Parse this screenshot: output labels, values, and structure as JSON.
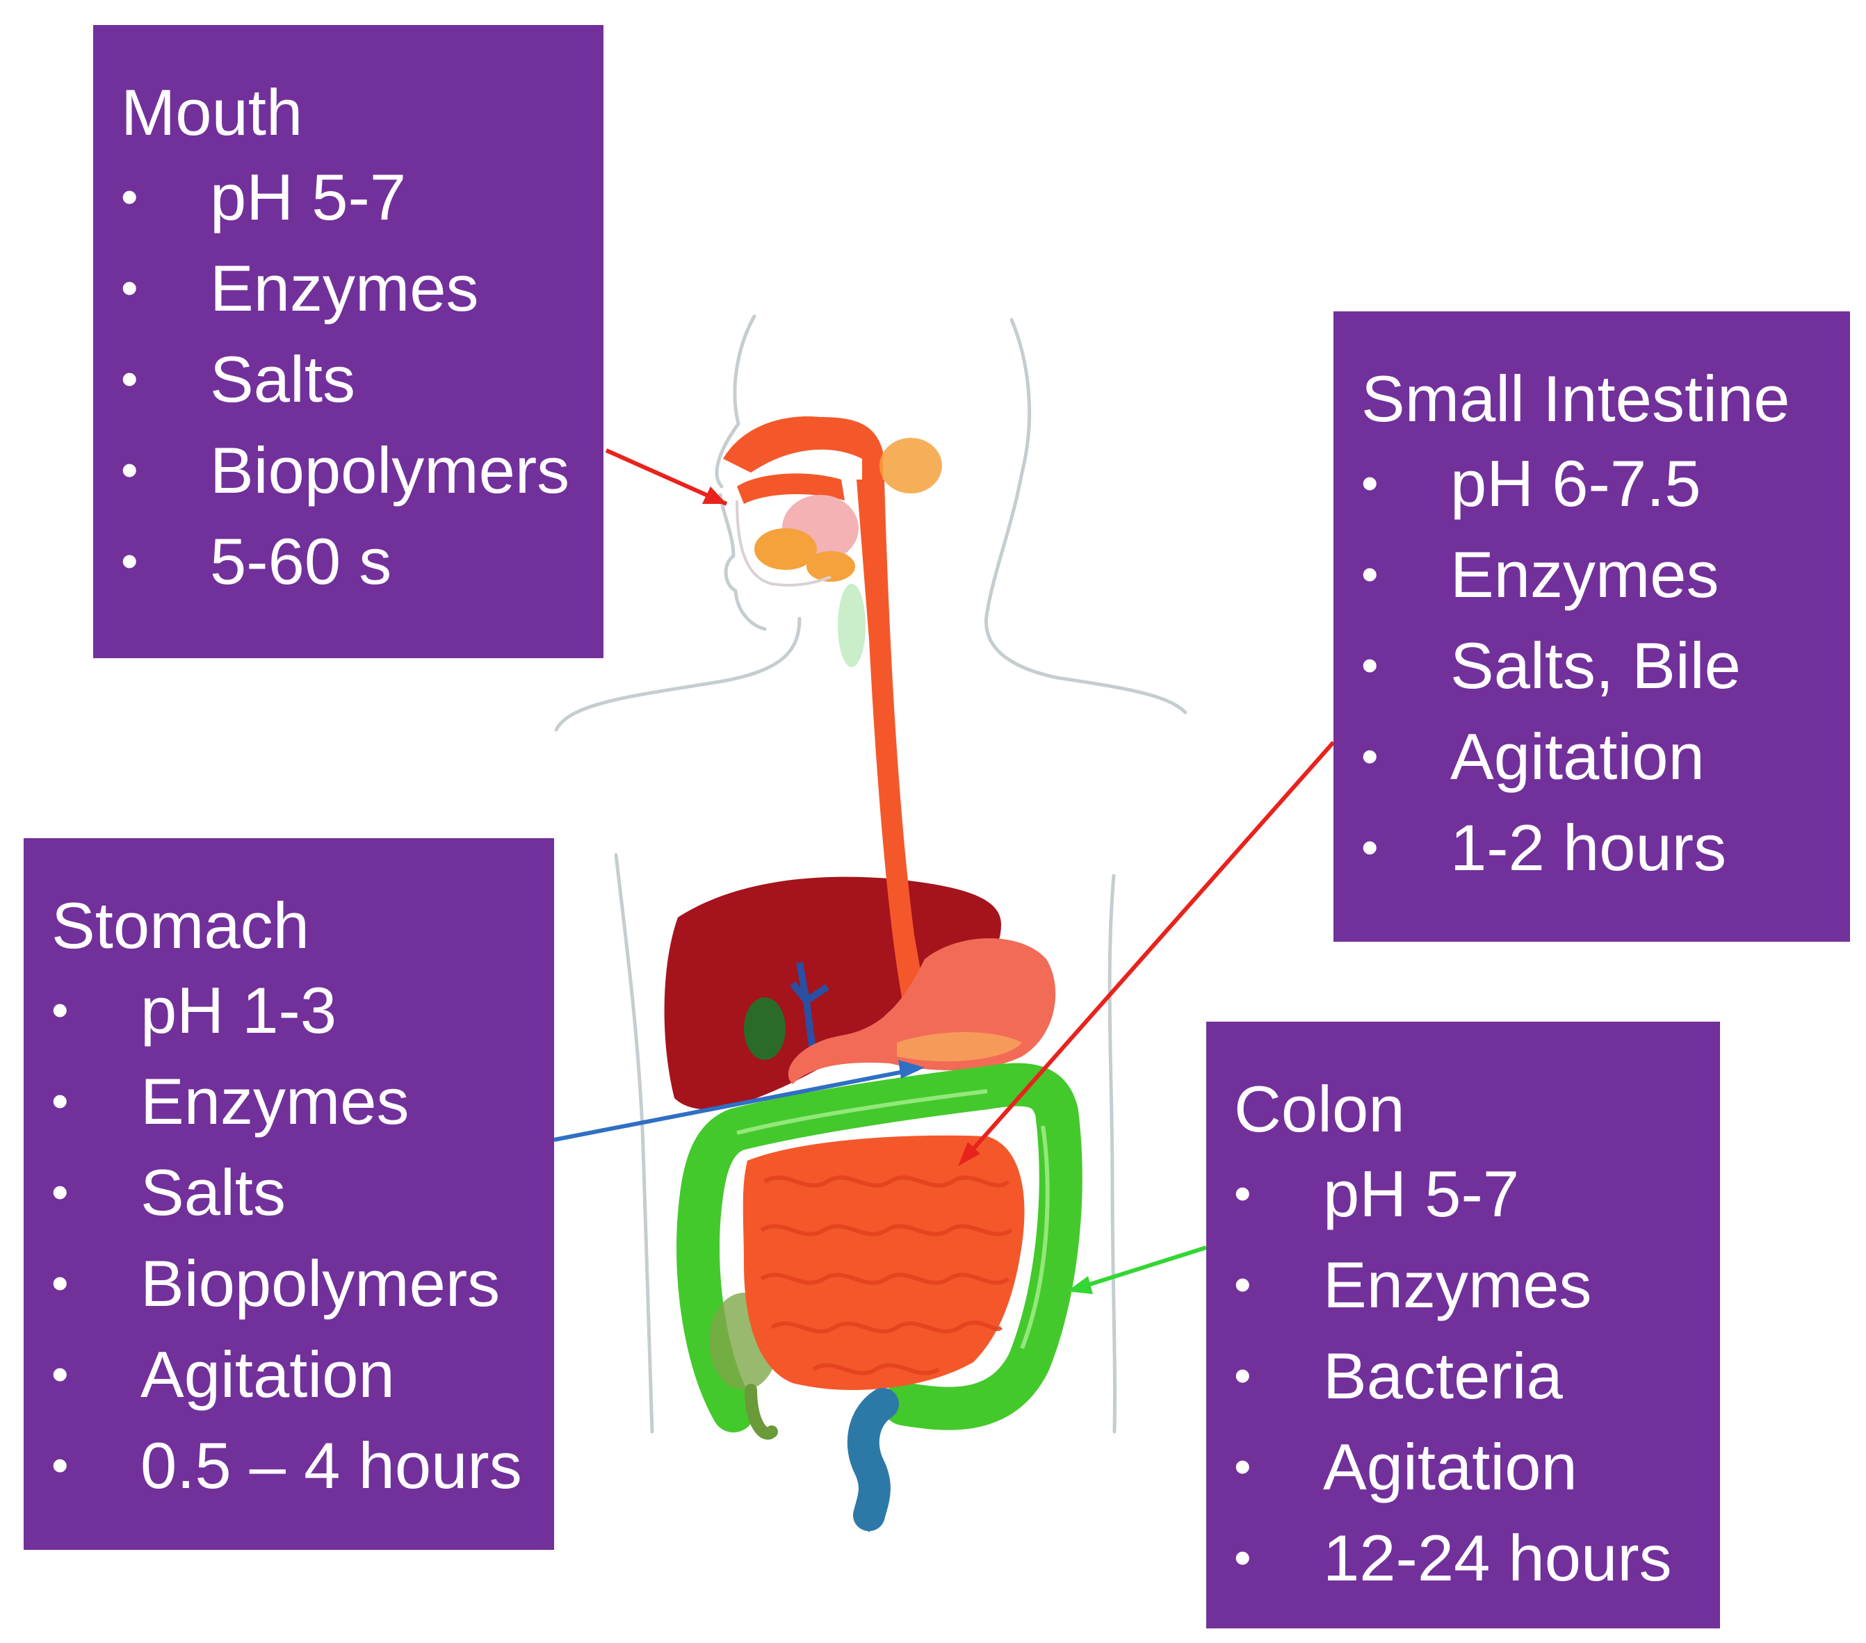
{
  "boxes": {
    "mouth": {
      "title": "Mouth",
      "items": [
        "pH 5-7",
        "Enzymes",
        "Salts",
        "Biopolymers",
        "5-60 s"
      ]
    },
    "small_intestine": {
      "title": "Small Intestine",
      "items": [
        "pH 6-7.5",
        "Enzymes",
        "Salts, Bile",
        "Agitation",
        "1-2 hours"
      ]
    },
    "stomach": {
      "title": "Stomach",
      "items": [
        "pH 1-3",
        "Enzymes",
        "Salts",
        "Biopolymers",
        "Agitation",
        "0.5 – 4 hours"
      ]
    },
    "colon": {
      "title": "Colon",
      "items": [
        "pH 5-7",
        "Enzymes",
        "Bacteria",
        "Agitation",
        "12-24 hours"
      ]
    }
  },
  "bullet_char": "•",
  "colors": {
    "box_fill": "#72309b",
    "arrow_mouth": "#e8231c",
    "arrow_small_intestine": "#e8231c",
    "arrow_stomach": "#2f6fc4",
    "arrow_colon": "#33d633",
    "esophagus": "#f5582c",
    "liver": "#a5131c",
    "small_intestine": "#f4582a",
    "colon": "#43c92b",
    "rectum": "#2c79a8"
  }
}
